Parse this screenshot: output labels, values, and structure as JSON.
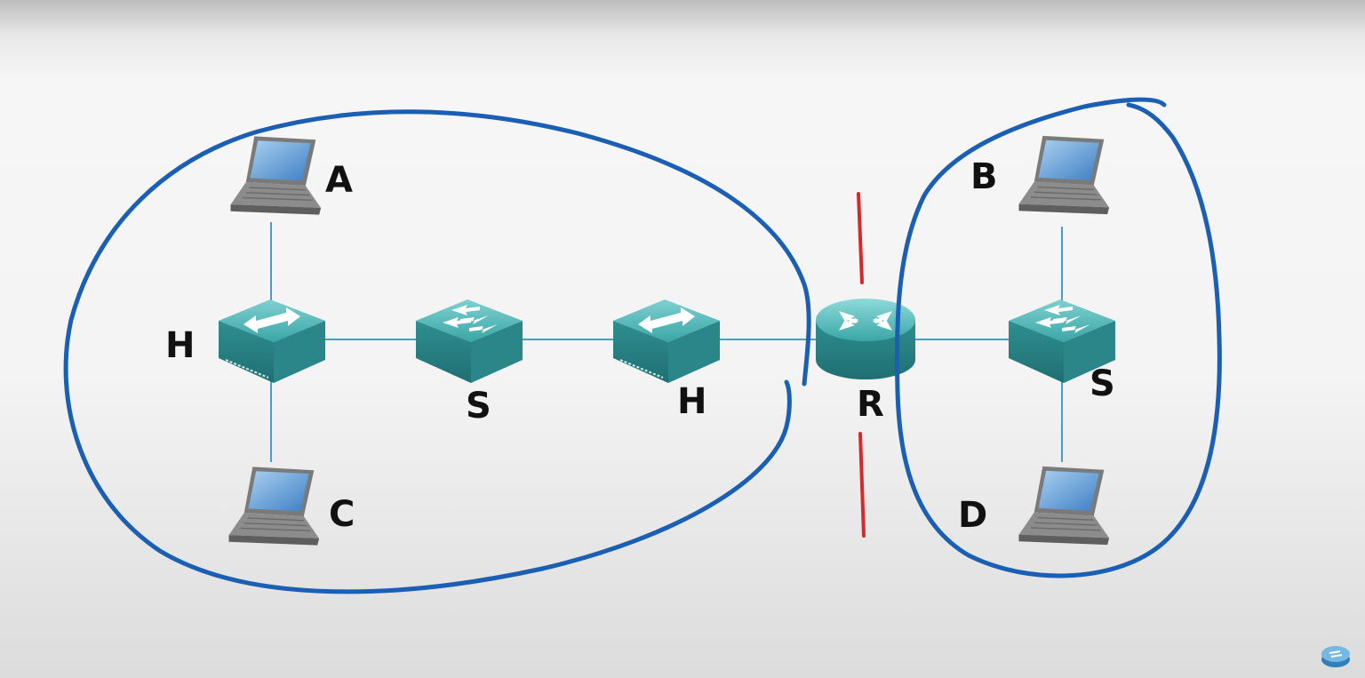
{
  "nodes": {
    "laptop_a": "A",
    "laptop_c": "C",
    "laptop_b": "B",
    "laptop_d": "D",
    "hub_left": "H",
    "switch_mid": "S",
    "hub_right": "H",
    "router": "R",
    "switch_right": "S"
  },
  "colors": {
    "boundary": "#1a5fb4",
    "broadcast_cut": "#d62a2a",
    "device": "#3aa6a6",
    "link": "#4a9ec4"
  },
  "icons": {
    "laptop": "laptop-icon",
    "hub": "hub-icon",
    "switch": "switch-icon",
    "router": "router-icon",
    "corner_logo": "logo-icon"
  }
}
